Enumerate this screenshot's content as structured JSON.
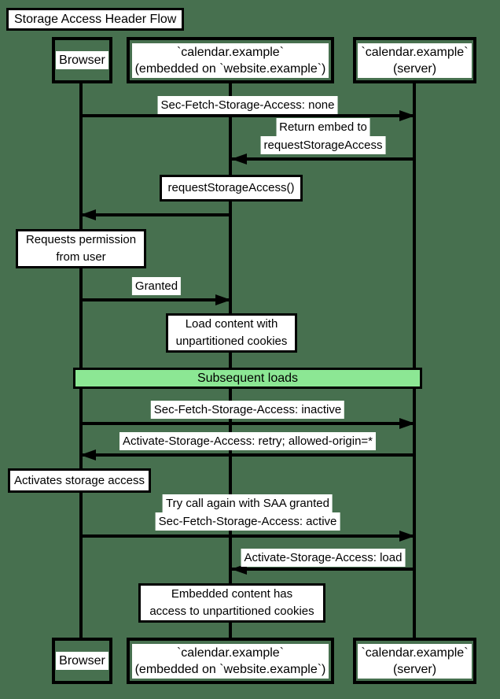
{
  "title": "Storage Access Header Flow",
  "colors": {
    "background": "#47704F",
    "divider_fill": "#8CE794",
    "line": "#000000",
    "box_fill": "#FFFFFF",
    "text": "#000000"
  },
  "participants": [
    {
      "id": "browser",
      "label": "Browser"
    },
    {
      "id": "embedded",
      "line1": "`calendar.example`",
      "line2": "(embedded on `website.example`)"
    },
    {
      "id": "server",
      "line1": "`calendar.example`",
      "line2": "(server)"
    }
  ],
  "messages": [
    {
      "label": "Sec-Fetch-Storage-Access: none",
      "from": "browser",
      "to": "server"
    },
    {
      "line1": "Return embed to",
      "line2": "requestStorageAccess",
      "from": "server",
      "to": "embedded"
    },
    {
      "label": "Granted",
      "from": "browser",
      "to": "embedded"
    },
    {
      "label": "Sec-Fetch-Storage-Access: inactive",
      "from": "browser",
      "to": "server"
    },
    {
      "label": "Activate-Storage-Access: retry; allowed-origin=*",
      "from": "server",
      "to": "browser"
    },
    {
      "line1": "Try call again with SAA granted",
      "line2": "Sec-Fetch-Storage-Access: active",
      "from": "browser",
      "to": "server"
    },
    {
      "label": "Activate-Storage-Access: load",
      "from": "server",
      "to": "embedded"
    }
  ],
  "notes": [
    {
      "label": "requestStorageAccess()",
      "over": "embedded"
    },
    {
      "line1": "Requests permission",
      "line2": "from user",
      "over": "browser"
    },
    {
      "line1": "Load content with",
      "line2": "unpartitioned cookies",
      "over": "embedded"
    },
    {
      "label": "Activates storage access",
      "over": "browser"
    },
    {
      "line1": "Embedded content has",
      "line2": "access to unpartitioned cookies",
      "over": "embedded"
    }
  ],
  "divider": {
    "label": "Subsequent loads"
  }
}
